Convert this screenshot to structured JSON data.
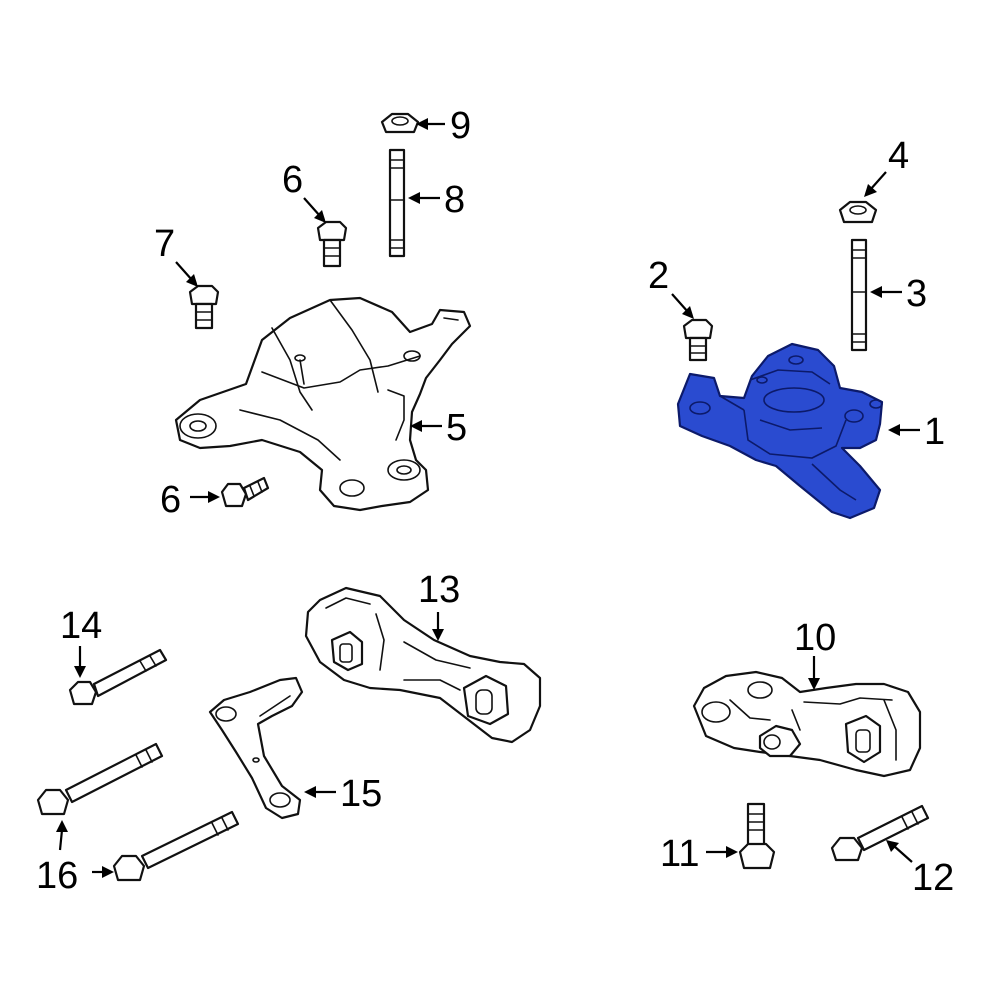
{
  "callouts": {
    "n1": "1",
    "n2": "2",
    "n3": "3",
    "n4": "4",
    "n5": "5",
    "n6a": "6",
    "n6b": "6",
    "n7": "7",
    "n8": "8",
    "n9": "9",
    "n10": "10",
    "n11": "11",
    "n12": "12",
    "n13": "13",
    "n14": "14",
    "n15": "15",
    "n16": "16"
  },
  "colors": {
    "highlight": "#2a4bd0",
    "line": "#111111",
    "background": "#ffffff"
  }
}
